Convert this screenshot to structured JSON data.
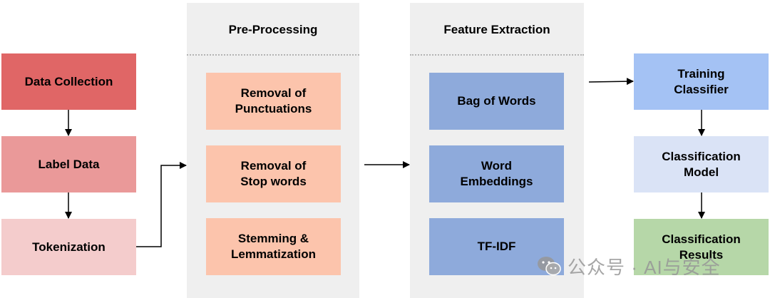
{
  "panels": {
    "preprocessing_title": "Pre-Processing",
    "feature_title": "Feature Extraction"
  },
  "steps": {
    "data_collection": "Data Collection",
    "label_data": "Label Data",
    "tokenization": "Tokenization",
    "removal_punct": "Removal of\nPunctuations",
    "removal_stop": "Removal of\nStop words",
    "stemming": "Stemming &\nLemmatization",
    "bag_of_words": "Bag of Words",
    "word_embeddings": "Word\nEmbeddings",
    "tfidf": "TF-IDF",
    "training": "Training\nClassifier",
    "model": "Classification\nModel",
    "results": "Classification\nResults"
  },
  "colors": {
    "data_collection": "#e06666",
    "label_data": "#ea9999",
    "tokenization": "#f4cccc",
    "preprocessing": "#fcc4ac",
    "feature": "#8eaadb",
    "training": "#a4c2f4",
    "model": "#dae3f6",
    "results": "#b6d7a8",
    "panel": "#efefef"
  },
  "watermark": {
    "icon": "wechat-icon",
    "text": "公众号 · AI与安全"
  }
}
